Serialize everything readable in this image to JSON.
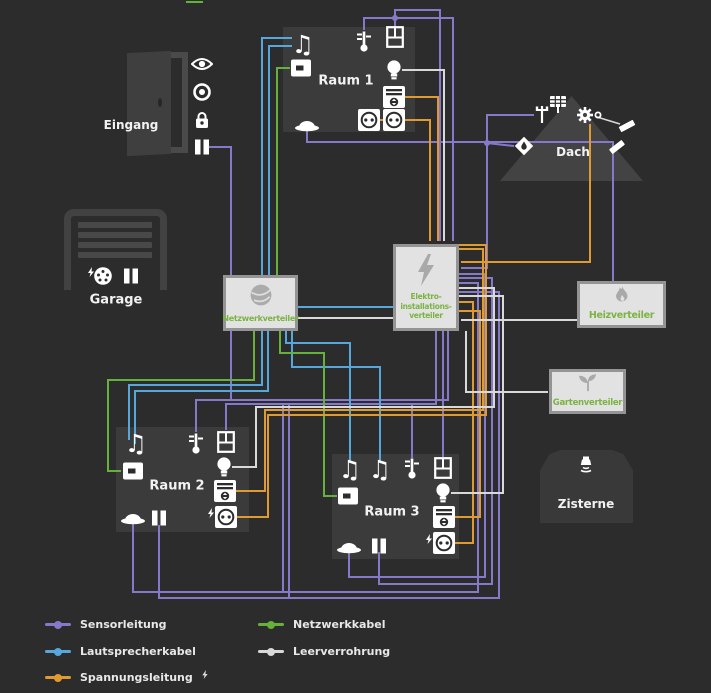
{
  "areas": {
    "eingang": {
      "label": "Eingang"
    },
    "garage": {
      "label": "Garage"
    },
    "raum1": {
      "label": "Raum 1"
    },
    "raum2": {
      "label": "Raum 2"
    },
    "raum3": {
      "label": "Raum 3"
    },
    "dach": {
      "label": "Dach"
    },
    "zisterne": {
      "label": "Zisterne"
    }
  },
  "distributors": {
    "netzwerk": {
      "label": "Netzwerkverteiler"
    },
    "elektro": {
      "lines": [
        "Elektro-",
        "installations-",
        "verteiler"
      ]
    },
    "heizung": {
      "label": "Heizverteiler"
    },
    "garten": {
      "label": "Gartenverteiler"
    }
  },
  "legend": {
    "items": [
      {
        "label": "Sensorleitung",
        "type": "sensor"
      },
      {
        "label": "Lautsprecherkabel",
        "type": "speaker"
      },
      {
        "label": "Spannungsleitung",
        "type": "power"
      },
      {
        "label": "Netzwerkkabel",
        "type": "network"
      },
      {
        "label": "Leerverrohrung",
        "type": "conduit"
      }
    ]
  },
  "wire_colors": {
    "sensor": "#8779c9",
    "speaker": "#56a8dc",
    "power": "#e09b30",
    "network": "#66b03c",
    "conduit": "#d9d9d9"
  },
  "ui_colors": {
    "background": "#2c2c2c",
    "room": "#3b3b3b",
    "panel_fill": "#e2e2e2",
    "panel_border": "#949494",
    "panel_text": "#7cb342",
    "label": "#f2f2f2"
  }
}
